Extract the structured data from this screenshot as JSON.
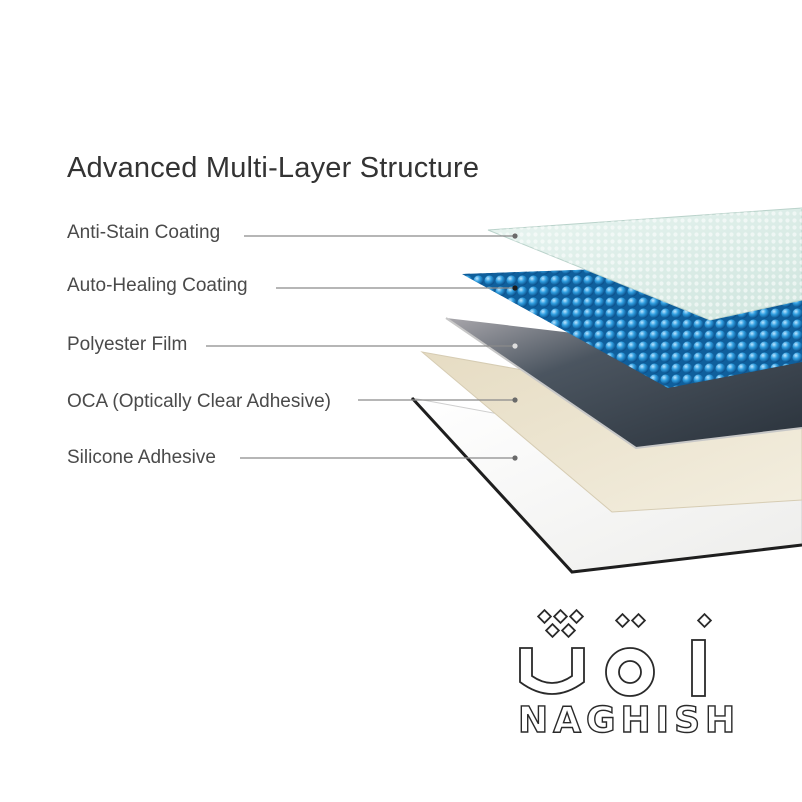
{
  "title": "Advanced Multi-Layer Structure",
  "layers": [
    {
      "label": "Anti-Stain Coating"
    },
    {
      "label": "Auto-Healing Coating"
    },
    {
      "label": "Polyester Film"
    },
    {
      "label": "OCA (Optically Clear Adhesive)"
    },
    {
      "label": "Silicone Adhesive"
    }
  ],
  "watermark": {
    "text": "NAGHISH"
  },
  "colors": {
    "anti_stain": "#dceee8",
    "auto_healing": "#2f9ee0",
    "polyester": "#3a4652",
    "oca": "#ece4cf",
    "silicone": "#f4f4f2",
    "leader_line": "#8a8a8a"
  },
  "icons": [
    "logo-mark-icon"
  ]
}
